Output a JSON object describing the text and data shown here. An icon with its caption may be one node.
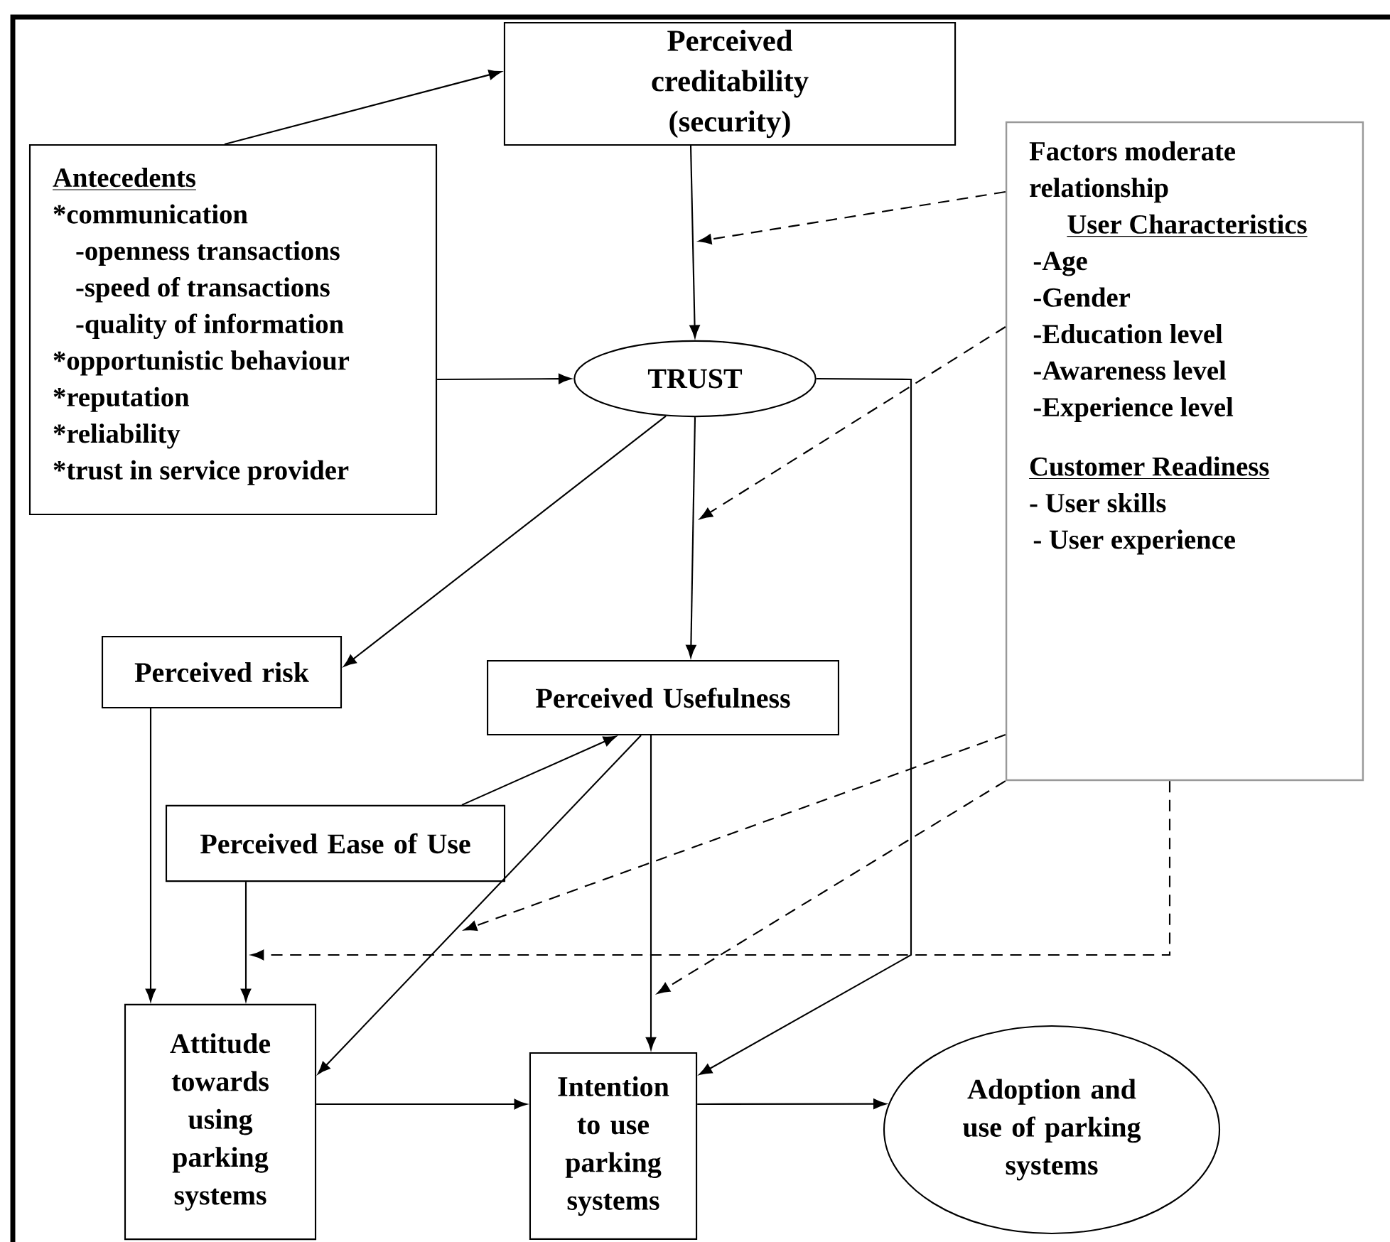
{
  "diagram": {
    "nodes": [
      {
        "text": [
          "Perceived creditability (security)"
        ]
      },
      {
        "text": [
          "Antecedents",
          "*communication",
          "-openness transactions",
          "-speed of transactions",
          "-quality of information",
          "*opportunistic behaviour",
          "*reputation",
          "*reliability",
          "*trust in service provider"
        ]
      },
      {
        "text": [
          "TRUST"
        ]
      },
      {
        "text": [
          "Factors moderate relationship",
          "User Characteristics",
          "-Age",
          "-Gender",
          "-Education level",
          "-Awareness level",
          "-Experience level",
          "Customer Readiness",
          "- User skills",
          "- User experience"
        ]
      },
      {
        "text": [
          "Perceived risk"
        ]
      },
      {
        "text": [
          "Perceived Usefulness"
        ]
      },
      {
        "text": [
          "Perceived Ease of Use"
        ]
      },
      {
        "text": [
          "Attitude towards using parking systems"
        ]
      },
      {
        "text": [
          "Intention to use parking systems"
        ]
      },
      {
        "text": [
          "Adoption and use of parking systems"
        ]
      }
    ],
    "edges": [
      {
        "from": 1,
        "to": 0,
        "arrow": "to"
      },
      {
        "from": 0,
        "to": 2,
        "arrow": "to"
      },
      {
        "from": 1,
        "to": 2,
        "arrow": "to"
      },
      {
        "from": 2,
        "to": 4,
        "arrow": "to"
      },
      {
        "from": 2,
        "to": 5,
        "arrow": "to"
      },
      {
        "from": 2,
        "to": 8,
        "arrow": "to"
      },
      {
        "from": 4,
        "to": 7,
        "arrow": "to"
      },
      {
        "from": 6,
        "to": 5,
        "arrow": "to"
      },
      {
        "from": 5,
        "to": 7,
        "arrow": "to"
      },
      {
        "from": 5,
        "to": 8,
        "arrow": "to"
      },
      {
        "from": 6,
        "to": 7,
        "arrow": "to"
      },
      {
        "from": 7,
        "to": 8,
        "arrow": "to"
      },
      {
        "from": 8,
        "to": 9,
        "arrow": "to"
      },
      {
        "from": 3,
        "to": null,
        "arrow": "to",
        "style": "dashed"
      },
      {
        "from": 3,
        "to": null,
        "arrow": "to",
        "style": "dashed"
      },
      {
        "from": 3,
        "to": null,
        "arrow": "to",
        "style": "dashed"
      },
      {
        "from": 3,
        "to": null,
        "arrow": "to",
        "style": "dashed"
      },
      {
        "from": 3,
        "to": null,
        "arrow": "to",
        "style": "dashed"
      }
    ]
  }
}
